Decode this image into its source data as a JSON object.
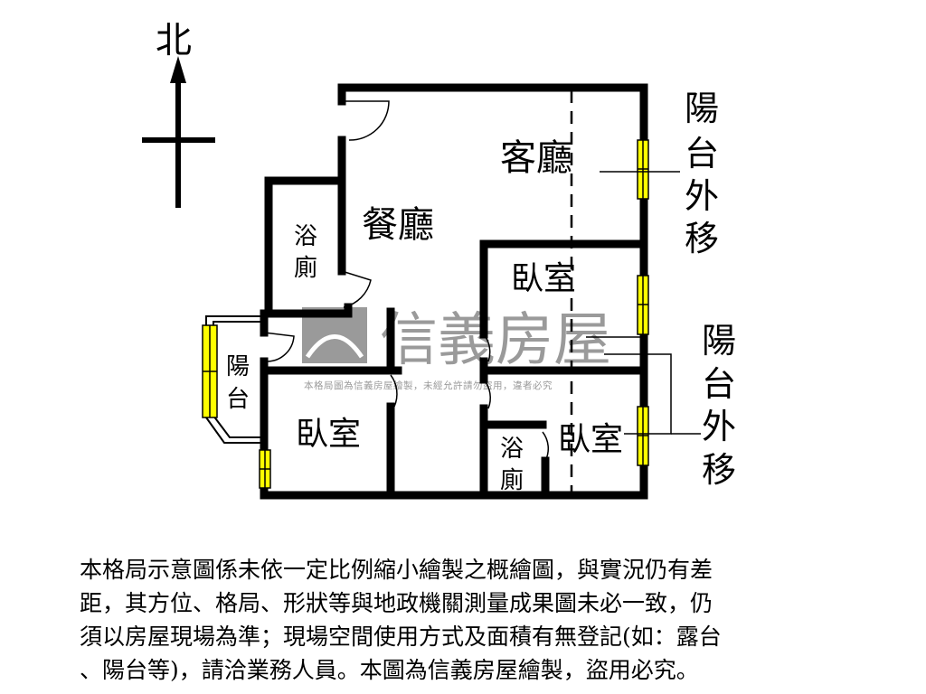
{
  "compass": {
    "north_label": "北"
  },
  "rooms": {
    "living": "客廳",
    "dining": "餐廳",
    "bath_top": [
      "浴",
      "廁"
    ],
    "balcony": [
      "陽",
      "台"
    ],
    "bedroom_top_right": "臥室",
    "bedroom_bottom_left": "臥室",
    "bedroom_bottom_right": "臥室",
    "bath_bottom": [
      "浴",
      "廁"
    ]
  },
  "annotations": {
    "balcony_extension_1": [
      "陽",
      "台",
      "外",
      "移"
    ],
    "balcony_extension_2": [
      "陽",
      "台",
      "外",
      "移"
    ]
  },
  "watermark": {
    "brand": "信義房屋",
    "notice": "本格局圖為信義房屋繪製，未經允許請勿盜用，違者必究"
  },
  "colors": {
    "wall": "#000000",
    "window": "#ffff00",
    "watermark": "#9a9a9a"
  },
  "caption": [
    "本格局示意圖係未依一定比例縮小繪製之概繪圖，與實況仍有差",
    "距，其方位、格局、形狀等與地政機關測量成果圖未必一致，仍",
    "須以房屋現場為準；現場空間使用方式及面積有無登記(如：露台",
    "、陽台等)，請洽業務人員。本圖為信義房屋繪製，盜用必究。"
  ]
}
